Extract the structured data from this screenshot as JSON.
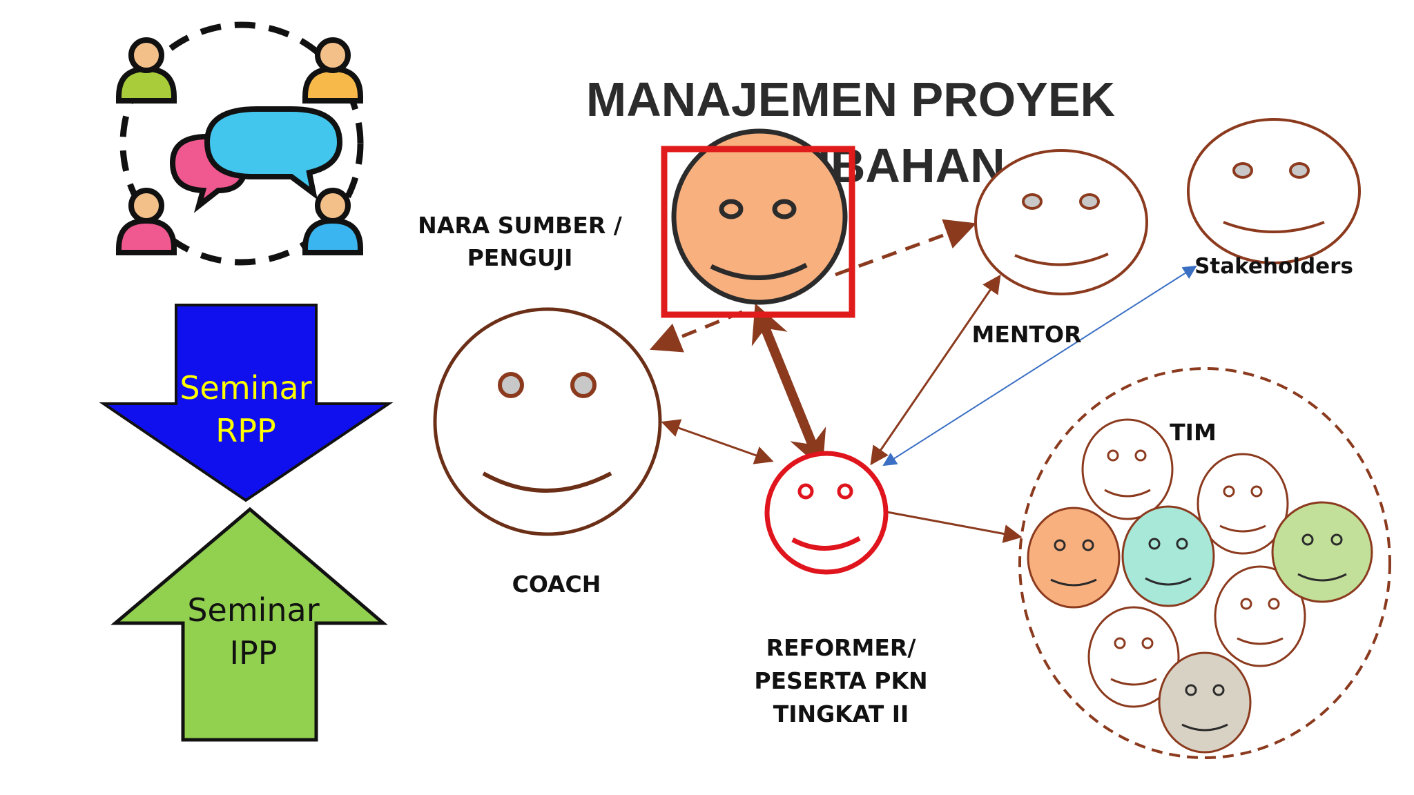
{
  "title": {
    "line1": "MANAJEMEN PROYEK",
    "line2": "PERUBAHAN"
  },
  "labels": {
    "nara_sumber_line1": "NARA SUMBER /",
    "nara_sumber_line2": "PENGUJI",
    "coach": "COACH",
    "mentor": "MENTOR",
    "stakeholders": "Stakeholders",
    "tim": "TIM",
    "reformer_line1": "REFORMER/",
    "reformer_line2": "PESERTA PKN",
    "reformer_line3": "TINGKAT II"
  },
  "arrows": {
    "down_line1": "Seminar",
    "down_line2": "RPP",
    "up_line1": "Seminar",
    "up_line2": "IPP"
  },
  "icons": {
    "discussion": "group-discussion-icon"
  },
  "colors": {
    "brown": "#8b3a1e",
    "red": "#e0141c",
    "blue_arrow": "#1010ee",
    "green_arrow": "#92d050",
    "seminar_rpp_text": "#ffff00",
    "stakeholder_line": "#3a6fc4",
    "highlight_box": "#e01b1b"
  }
}
